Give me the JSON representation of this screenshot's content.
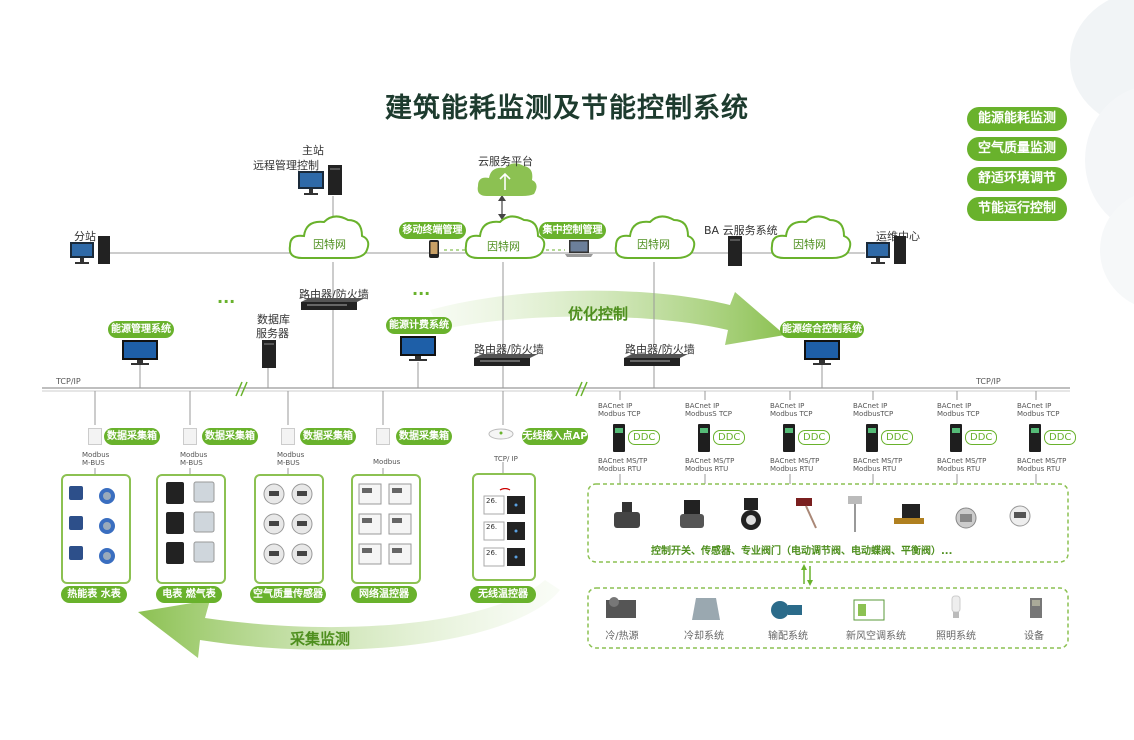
{
  "title": "建筑能耗监测及节能控制系统",
  "features": [
    "能源能耗监测",
    "空气质量监测",
    "舒适环境调节",
    "节能运行控制"
  ],
  "top": {
    "master_label1": "主站",
    "master_label2": "远程管理控制",
    "substation_label": "分站",
    "cloud_platform_label": "云服务平台",
    "mobile_terminal": "移动终端管理",
    "central_control": "集中控制管理",
    "ba_cloud": "BA 云服务系统",
    "ops_center": "运维中心",
    "internet": "因特网",
    "router_firewall": "路由器/防火墙"
  },
  "middle": {
    "energy_mgmt": "能源管理系统",
    "energy_billing": "能源计费系统",
    "db_server1": "数据库",
    "db_server2": "服务器",
    "integrated_control": "能源综合控制系统",
    "optimize": "优化控制",
    "collect": "采集监测",
    "ellipsis": "···",
    "bus_label": "TCP/IP"
  },
  "collectors": [
    {
      "tag": "数据采集箱",
      "proto1": "Modbus",
      "proto2": "M-BUS"
    },
    {
      "tag": "数据采集箱",
      "proto1": "Modbus",
      "proto2": "M-BUS"
    },
    {
      "tag": "数据采集箱",
      "proto1": "Modbus",
      "proto2": "M-BUS"
    },
    {
      "tag": "数据采集箱",
      "proto1": "Modbus",
      "proto2": ""
    }
  ],
  "wireless_ap": {
    "tag": "无线接入点AP",
    "proto": "TCP/ IP"
  },
  "device_groups": [
    "热能表 水表",
    "电表 燃气表",
    "空气质量传感器",
    "网络温控器",
    "无线温控器"
  ],
  "ddc_units": [
    {
      "top1": "BACnet IP",
      "top2": "Modbus TCP",
      "bot1": "BACnet MS/TP",
      "bot2": "Modbus RTU"
    },
    {
      "top1": "BACnet IP",
      "top2": "ModbusS TCP",
      "bot1": "BACnet MS/TP",
      "bot2": "Modbus RTU"
    },
    {
      "top1": "BACnet IP",
      "top2": "Modbus TCP",
      "bot1": "BACnet MS/TP",
      "bot2": "Modbus RTU"
    },
    {
      "top1": "BACnet IP",
      "top2": "ModbusTCP",
      "bot1": "BACnet MS/TP",
      "bot2": "Modbus RTU"
    },
    {
      "top1": "BACnet IP",
      "top2": "Modbus TCP",
      "bot1": "BACnet MS/TP",
      "bot2": "Modbus RTU"
    },
    {
      "top1": "BACnet IP",
      "top2": "Modbus TCP",
      "bot1": "BACnet MS/TP",
      "bot2": "Modbus RTU"
    }
  ],
  "ddc_label": "DDC",
  "control_caption": "控制开关、传感器、专业阀门（电动调节阀、电动蝶阀、平衡阀）...",
  "systems": [
    "冷/热源",
    "冷却系统",
    "输配系统",
    "新风空调系统",
    "照明系统",
    "设备"
  ],
  "thermostat_temp": "26."
}
